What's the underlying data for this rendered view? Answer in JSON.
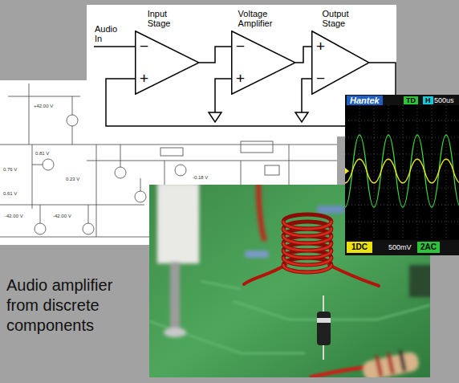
{
  "diagram": {
    "caption": "Audio amplifier from discrete components",
    "nodes": [
      {
        "text": [
          "Input Stage",
          "−",
          "+"
        ]
      },
      {
        "text": [
          "Voltage Amplifier",
          "−",
          "+"
        ]
      },
      {
        "text": [
          "Output Stage",
          "+",
          "−"
        ]
      },
      {
        "text": [
          "Hantek"
        ]
      },
      {
        "text": [
          "TD"
        ]
      },
      {
        "text": [
          "H"
        ]
      },
      {
        "text": [
          "1DC"
        ]
      },
      {
        "text": [
          "2AC"
        ]
      }
    ],
    "edges": [
      {
        "from": 0,
        "to": 1,
        "arrow": "none"
      },
      {
        "from": 1,
        "to": 2,
        "arrow": "none"
      },
      {
        "from": 2,
        "to": 0,
        "arrow": "none"
      }
    ],
    "labels": [
      "Audio In",
      "500us",
      "500mV",
      "+42.00 V",
      "0.81 V",
      "0.76 V",
      "0.61 V",
      "-42.00 V",
      "-42.00 V",
      "0.23 V",
      "-0.18 V"
    ]
  }
}
